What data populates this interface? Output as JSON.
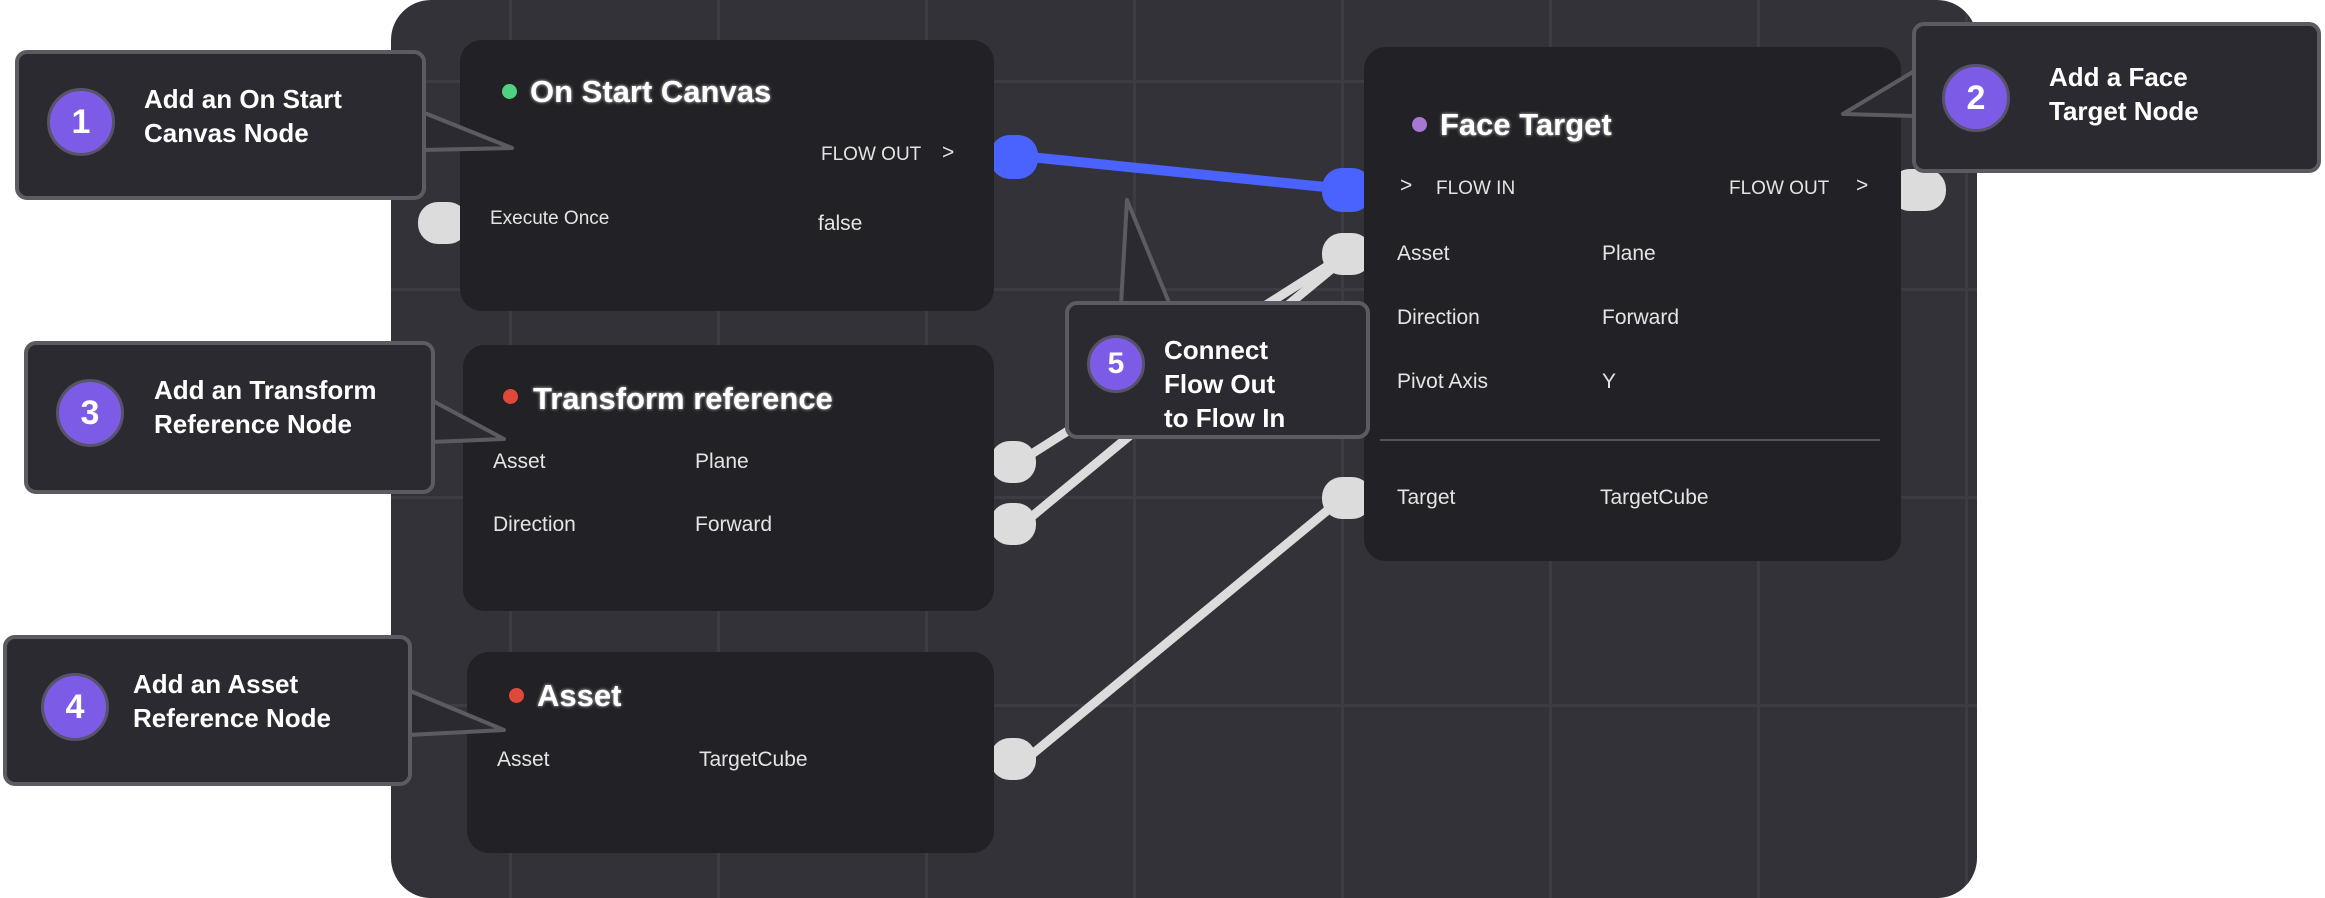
{
  "nodes": {
    "on_start": {
      "title": "On Start Canvas",
      "dot_color": "#4fd17f",
      "flow_out": "FLOW OUT",
      "flow_out_arrow": ">",
      "rows": [
        {
          "label": "Execute Once",
          "value": "false"
        }
      ]
    },
    "transform": {
      "title": "Transform reference",
      "dot_color": "#e0493a",
      "rows": [
        {
          "label": "Asset",
          "value": "Plane"
        },
        {
          "label": "Direction",
          "value": "Forward"
        }
      ]
    },
    "asset": {
      "title": "Asset",
      "dot_color": "#e0493a",
      "rows": [
        {
          "label": "Asset",
          "value": "TargetCube"
        }
      ]
    },
    "face_target": {
      "title": "Face Target",
      "dot_color": "#a678d4",
      "flow_in": "FLOW IN",
      "flow_out": "FLOW OUT",
      "arrow": ">",
      "rows": [
        {
          "label": "Asset",
          "value": "Plane"
        },
        {
          "label": "Direction",
          "value": "Forward"
        },
        {
          "label": "Pivot Axis",
          "value": "Y"
        },
        {
          "label": "Target",
          "value": "TargetCube"
        }
      ]
    }
  },
  "callouts": [
    {
      "num": "1",
      "line1": "Add an On Start",
      "line2": "Canvas Node"
    },
    {
      "num": "2",
      "line1": "Add a Face",
      "line2": "Target Node"
    },
    {
      "num": "3",
      "line1": "Add an Transform",
      "line2": "Reference Node"
    },
    {
      "num": "4",
      "line1": "Add an Asset",
      "line2": "Reference Node"
    },
    {
      "num": "5",
      "line1": "Connect",
      "line2": "Flow Out",
      "line3": "to Flow In"
    }
  ],
  "colors": {
    "flow_wire": "#4a63ff",
    "data_wire": "#dcdcdc",
    "accent": "#7c5ce6"
  }
}
